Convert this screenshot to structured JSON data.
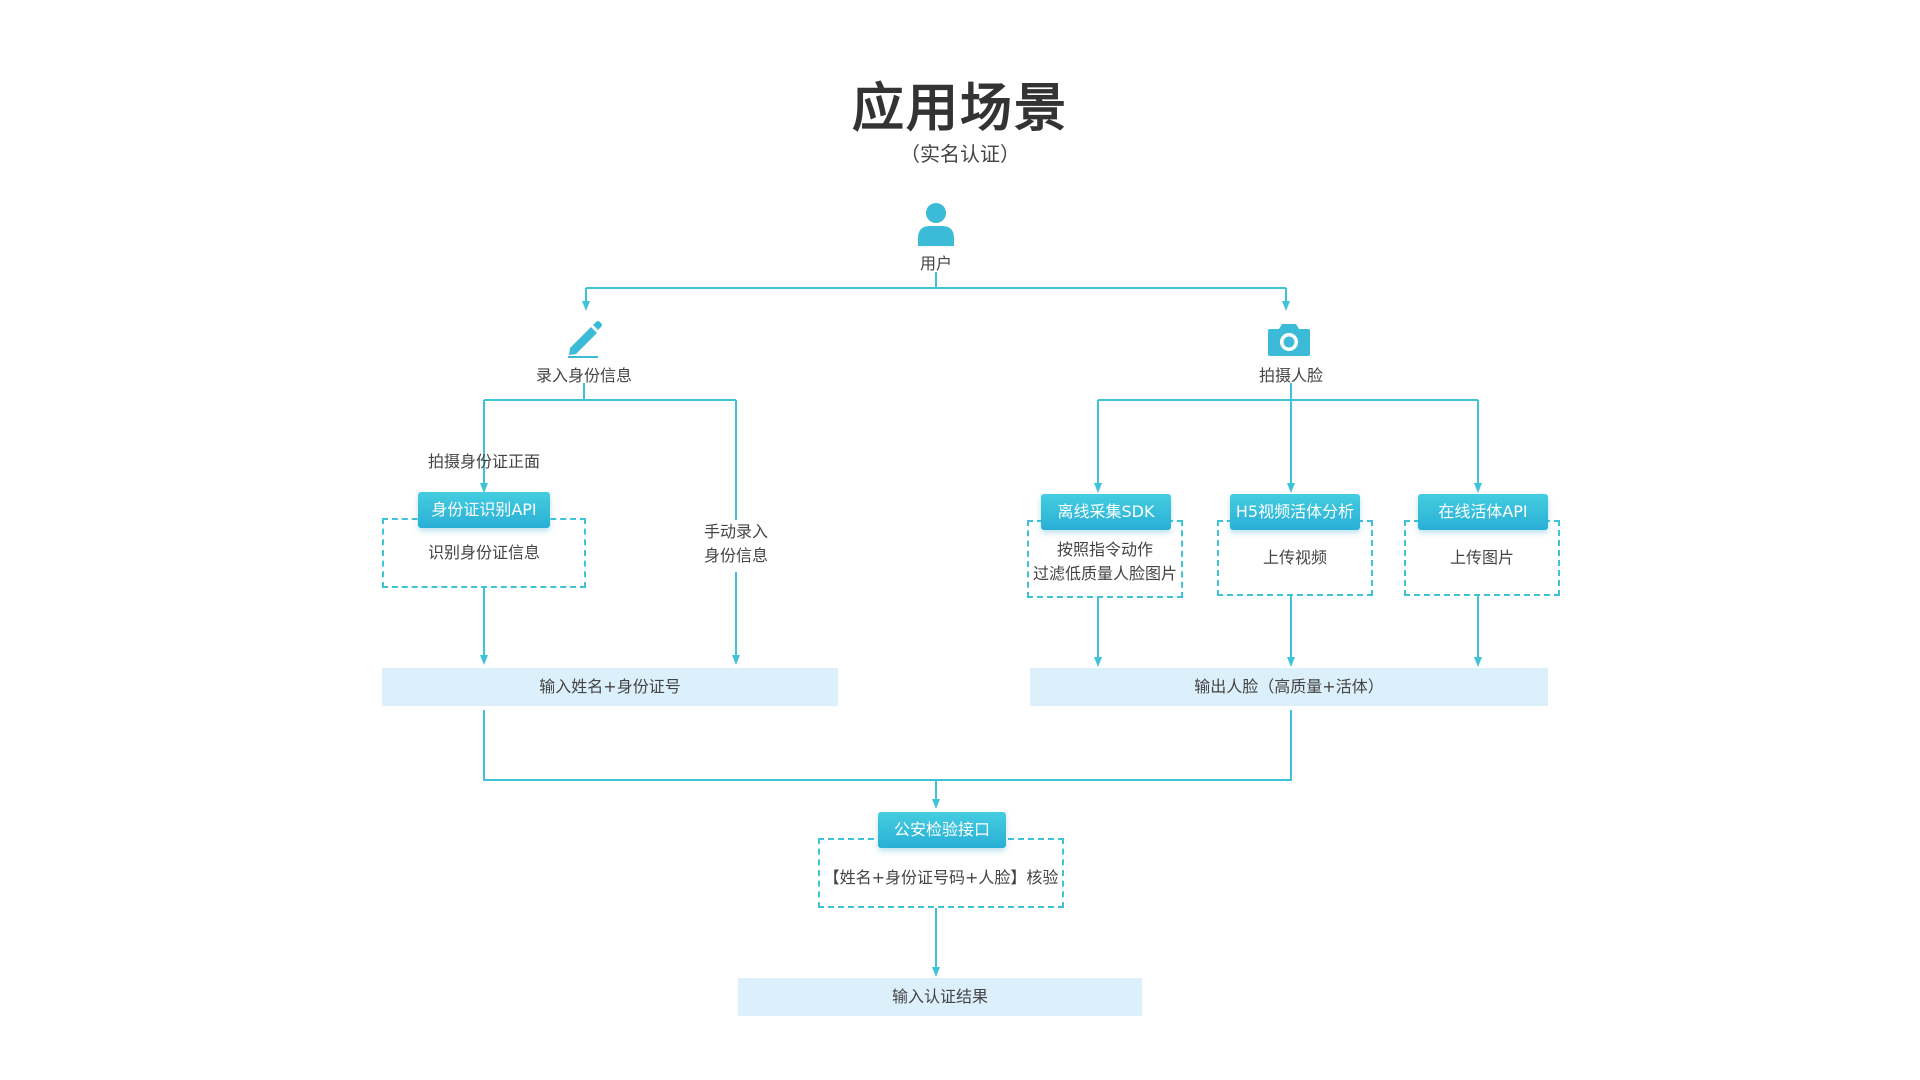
{
  "header": {
    "title": "应用场景",
    "subtitle": "（实名认证）"
  },
  "colors": {
    "connector": "#3ec3d8",
    "tag_gradient_top": "#45cde0",
    "tag_gradient_bottom": "#29afd6",
    "band_fill": "#dcf0fb",
    "icon": "#3cbbd9"
  },
  "nodes": {
    "user": {
      "label": "用户",
      "icon": "user-icon"
    },
    "input_id": {
      "label": "录入身份信息",
      "icon": "pencil-icon"
    },
    "capture_face": {
      "label": "拍摄人脸",
      "icon": "camera-icon"
    }
  },
  "branch_left": {
    "photo_label": "拍摄身份证正面",
    "id_api": {
      "tag": "身份证识别API",
      "text": "识别身份证信息"
    },
    "manual": {
      "line1": "手动录入",
      "line2": "身份信息"
    },
    "band": "输入姓名+身份证号"
  },
  "branch_right": {
    "offline_sdk": {
      "tag": "离线采集SDK",
      "line1": "按照指令动作",
      "line2": "过滤低质量人脸图片"
    },
    "h5_liveness": {
      "tag": "H5视频活体分析",
      "text": "上传视频"
    },
    "online_liveness": {
      "tag": "在线活体API",
      "text": "上传图片"
    },
    "band": "输出人脸（高质量+活体）"
  },
  "police_check": {
    "tag": "公安检验接口",
    "text": "【姓名+身份证号码+人脸】核验"
  },
  "result": {
    "band": "输入认证结果"
  }
}
